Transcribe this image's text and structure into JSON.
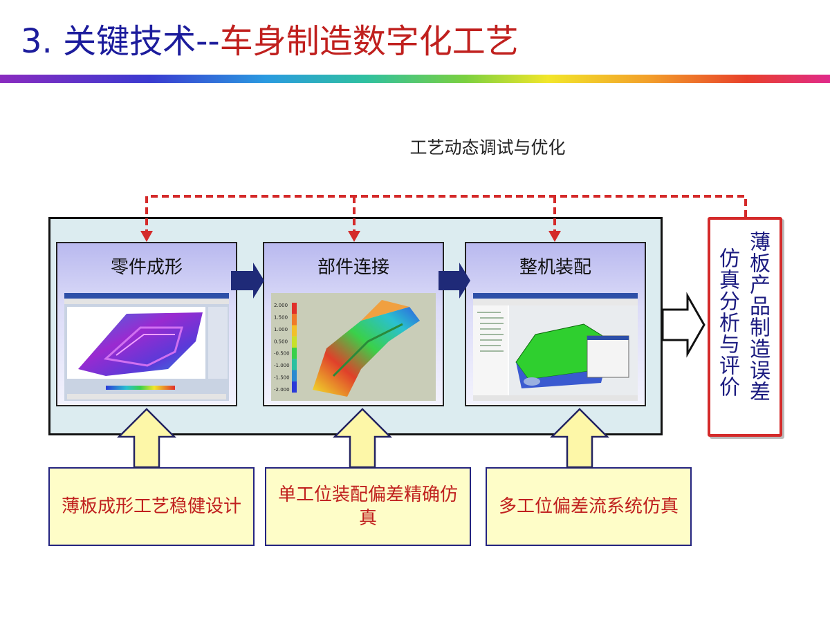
{
  "title": {
    "number": "3.",
    "main": "关键技术--",
    "sub": "车身制造数字化工艺"
  },
  "caption": "工艺动态调试与优化",
  "stages": [
    {
      "label": "零件成形",
      "screenshot_icon": "sheet-metal-forming-simulation"
    },
    {
      "label": "部件连接",
      "screenshot_icon": "component-joining-deviation-map"
    },
    {
      "label": "整机装配",
      "screenshot_icon": "vehicle-assembly-cad"
    }
  ],
  "legend_values": [
    "2.000",
    "1.500",
    "1.000",
    "0.500",
    "-0.500",
    "-1.000",
    "-1.500",
    "-2.000"
  ],
  "inputs": [
    {
      "text": "薄板成形工艺稳健设计"
    },
    {
      "text": "单工位装配偏差精确仿真"
    },
    {
      "text": "多工位偏差流系统仿真"
    }
  ],
  "output": {
    "line1": "薄板产品制造误差",
    "line2": "仿真分析与评价"
  },
  "colors": {
    "title_blue": "#1c1c9c",
    "accent_red": "#c0201e",
    "box_fill": "#dcecf0",
    "input_fill": "#fefdc8"
  }
}
